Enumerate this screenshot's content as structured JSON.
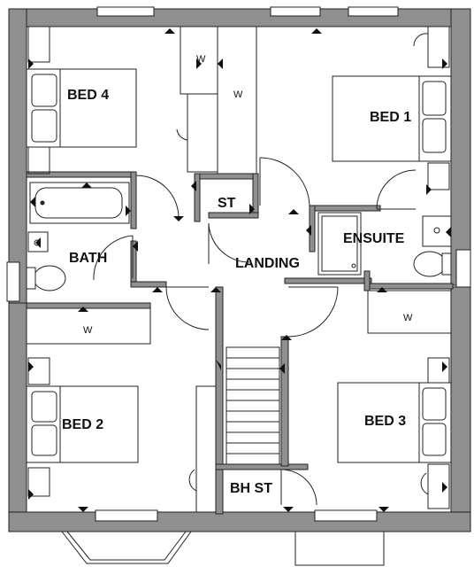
{
  "rooms": {
    "bed4": "BED 4",
    "bed1": "BED 1",
    "st": "ST",
    "ensuite": "ENSUITE",
    "bath": "BATH",
    "landing": "LANDING",
    "bed2": "BED 2",
    "bed3": "BED 3",
    "bhst": "BH ST"
  },
  "wardrobe_label": "W",
  "colors": {
    "outer_wall": "#8f8f8f",
    "inner_wall": "#8f8f8f",
    "line": "#222222",
    "marker": "#111111"
  }
}
